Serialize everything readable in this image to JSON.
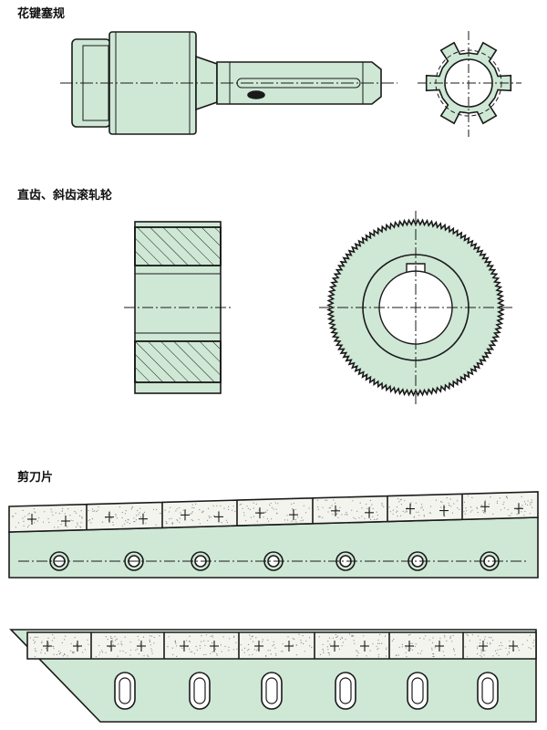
{
  "sections": [
    {
      "title": "花键塞规"
    },
    {
      "title": "直齿、斜齿滚轧轮"
    },
    {
      "title": "剪刀片"
    }
  ],
  "colors": {
    "fill": "#cfe8d6",
    "stroke": "#1a1a1a",
    "insert": "#f4f4ef"
  }
}
